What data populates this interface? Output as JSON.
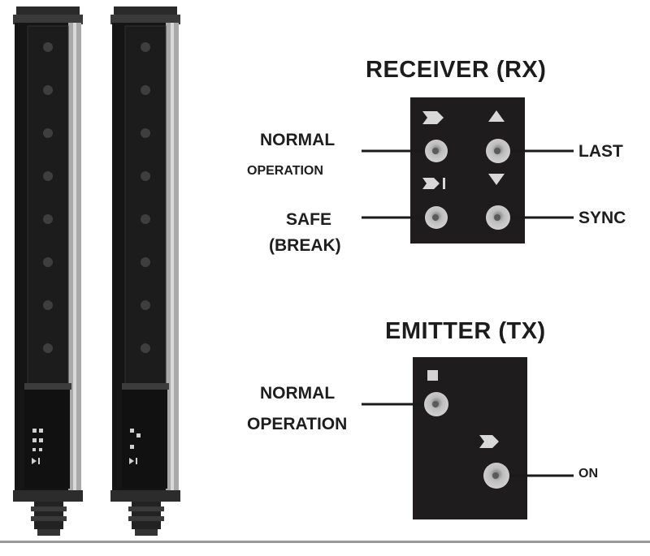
{
  "receiver": {
    "title": "RECEIVER  (RX)",
    "normal_label_line1": "NORMAL",
    "normal_label_line2": "OPERATION",
    "safe_label_line1": "SAFE",
    "safe_label_line2": "(BREAK)",
    "last_label": "LAST",
    "sync_label": "SYNC"
  },
  "emitter": {
    "title": "EMITTER (TX)",
    "normal_label_line1": "NORMAL",
    "normal_label_line2": "OPERATION",
    "on_label": "ON"
  },
  "colors": {
    "panel": "#1e1c1c",
    "led": "#b9b9b9",
    "bar_body": "#171717",
    "bar_rail": "#9e9e9e"
  },
  "icons": [
    "arrow-right-icon",
    "arrow-right-bar-icon",
    "triangle-up-icon",
    "triangle-down-icon",
    "square-icon"
  ]
}
